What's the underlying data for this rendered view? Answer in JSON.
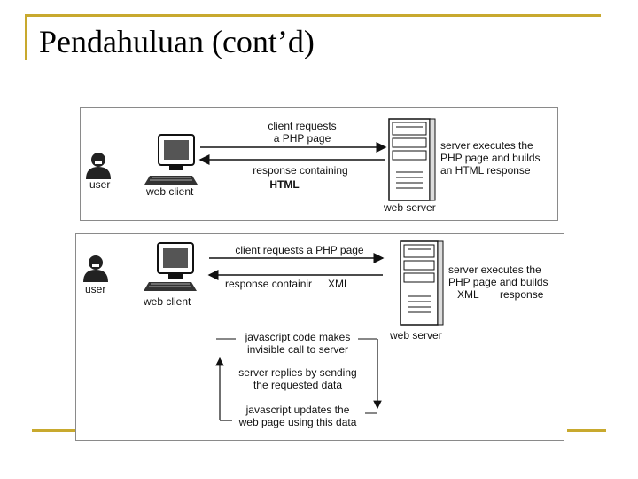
{
  "slide": {
    "title": "Pendahuluan (cont’d)"
  },
  "diagram1": {
    "user_label": "user",
    "client_label": "web client",
    "server_label": "web server",
    "request_text": [
      "client requests",
      "a PHP page"
    ],
    "response_text": [
      "response containing",
      "HTML"
    ],
    "server_text": [
      "server executes the",
      "PHP page and builds",
      "an HTML response"
    ]
  },
  "diagram2": {
    "user_label": "user",
    "client_label": "web client",
    "server_label": "web server",
    "request_text": "client requests a PHP page",
    "response_text": [
      "response containir",
      "XML"
    ],
    "server_text": [
      "server executes the",
      "PHP page and builds",
      "XML",
      "response"
    ],
    "js_call_text": [
      "javascript code makes",
      "invisible call to server"
    ],
    "server_reply_text": [
      "server replies by sending",
      "the requested data"
    ],
    "js_update_text": [
      "javascript updates the",
      "web page using this data"
    ]
  },
  "colors": {
    "frame_accent": "#c8a92e",
    "panel_border": "#8a8a8a"
  }
}
